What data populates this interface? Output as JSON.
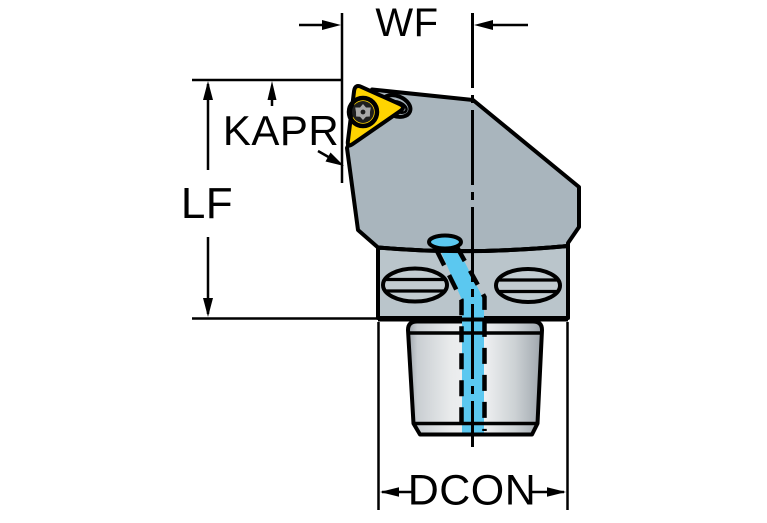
{
  "diagram": {
    "labels": {
      "wf": "WF",
      "kapr": "KAPR",
      "lf": "LF",
      "dcon": "DCON"
    },
    "colors": {
      "background": "#ffffff",
      "outline": "#000000",
      "head_gray": "#a9b5bd",
      "flange_gray": "#bac5cb",
      "screw_gray": "#c2ccd1",
      "insert_yellow": "#ffd400",
      "torx_dark": "#1e1e1e",
      "torx_star_gray": "#a8a8a8",
      "coolant_blue": "#5bc8f0"
    }
  }
}
